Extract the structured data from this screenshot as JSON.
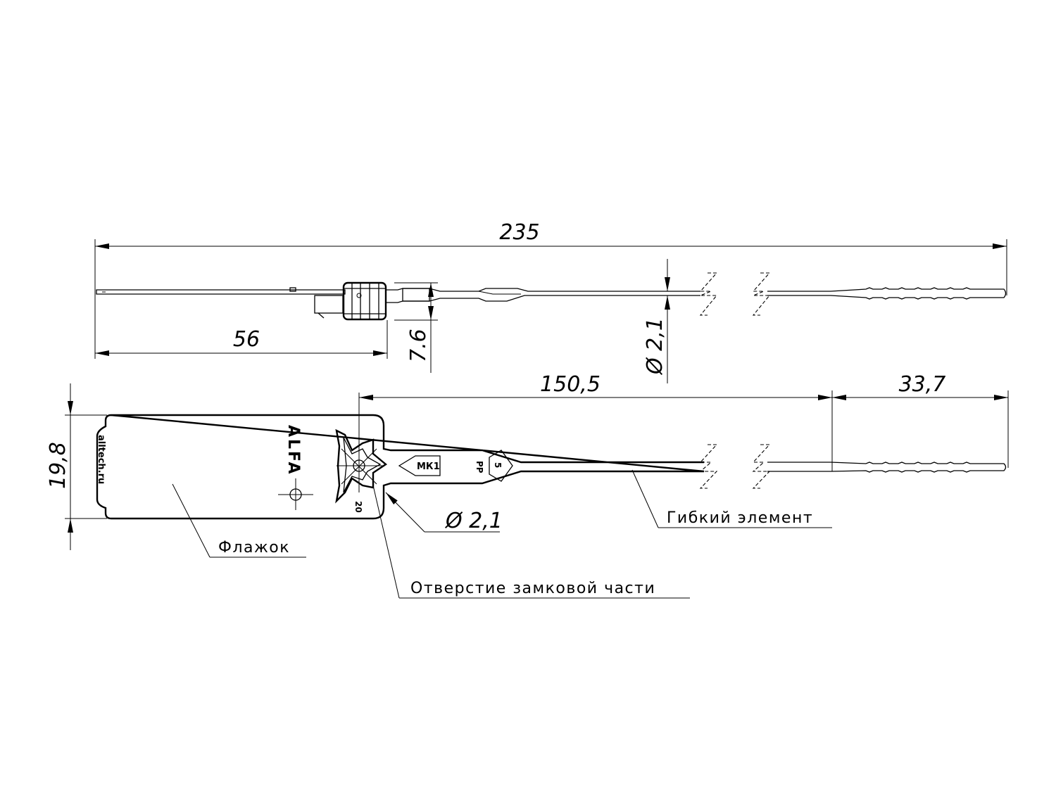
{
  "dimensions": {
    "overall_length": "235",
    "head_length": "56",
    "head_height": "7.6",
    "diameter_top": "Ø 2,1",
    "diameter_bottom": "Ø 2,1",
    "flexible_length": "150,5",
    "tail_length": "33,7",
    "flag_height": "19,8"
  },
  "labels": {
    "flag": "Флажок",
    "flexible_element": "Гибкий элемент",
    "lock_hole": "Отверстие замковой части"
  },
  "markings": {
    "brand": "ALFA",
    "website": "alltech.ru",
    "model": "МК1",
    "material": "PP",
    "recycle_code": "5",
    "number": "20"
  }
}
